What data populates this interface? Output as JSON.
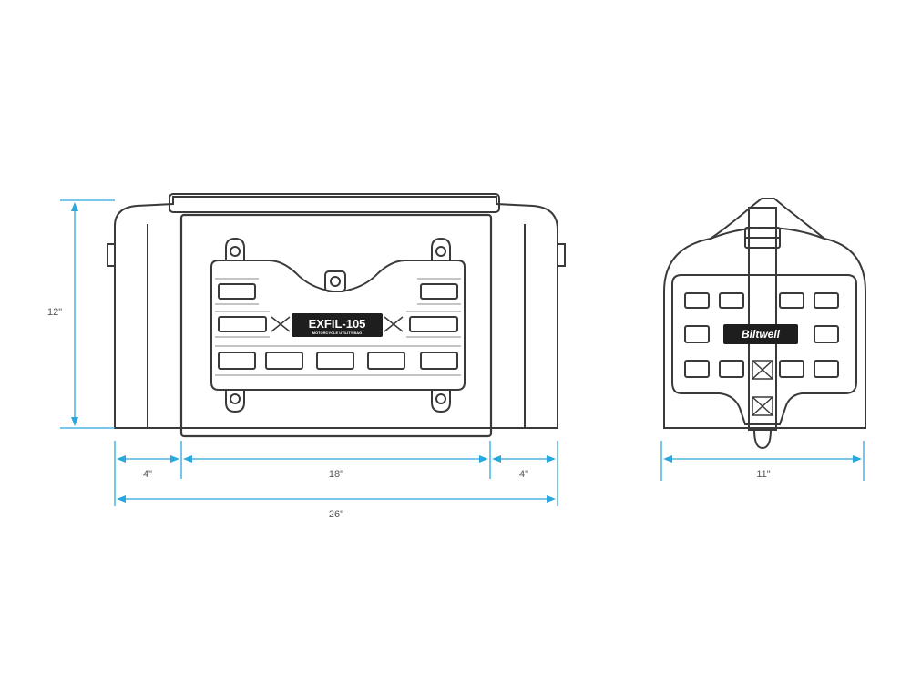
{
  "colors": {
    "outline": "#3a3a3a",
    "dimension_line": "#29a8e0",
    "dimension_text": "#555555",
    "badge_fill": "#1e1e1e"
  },
  "front_view": {
    "badge_label": "EXFIL-105",
    "badge_sublabel": "MOTORCYCLE UTILITY BAG",
    "dimensions": {
      "height": "12\"",
      "left_section": "4\"",
      "center_section": "18\"",
      "right_section": "4\"",
      "total_width": "26\""
    }
  },
  "side_view": {
    "badge_label": "Biltwell",
    "dimensions": {
      "width": "11\""
    }
  }
}
